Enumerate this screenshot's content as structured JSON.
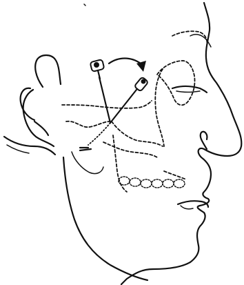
{
  "figure": {
    "colors": {
      "ink": "#111111",
      "background": "#ffffff"
    },
    "subject": "lateral-head-profile",
    "instruments": [
      "needle-1",
      "needle-2"
    ]
  }
}
